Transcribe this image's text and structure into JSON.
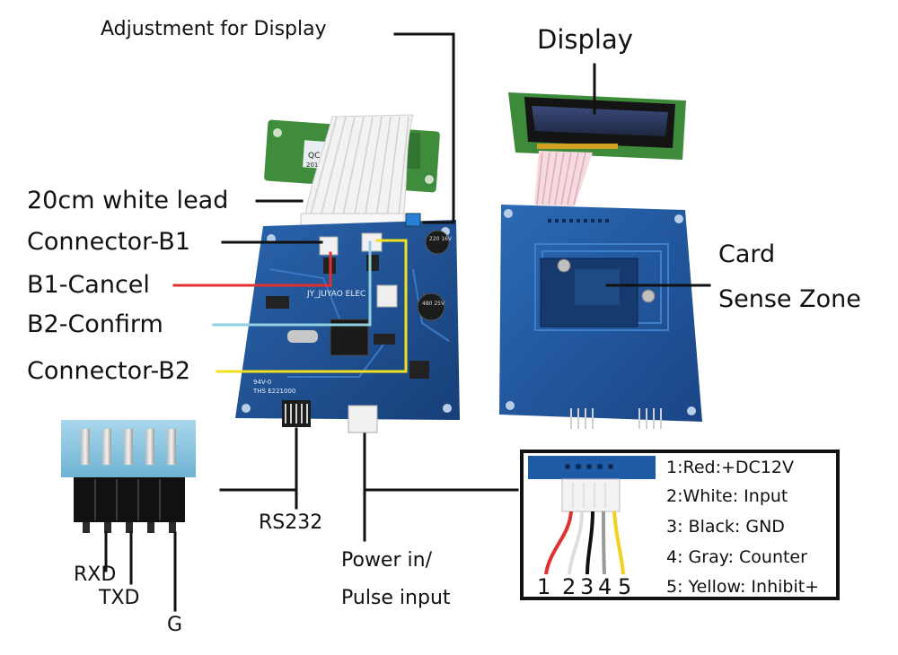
{
  "labels": {
    "adjustment": "Adjustment for Display",
    "display": "Display",
    "white_lead": "20cm white lead",
    "connector_b1": "Connector-B1",
    "b1_cancel": "B1-Cancel",
    "b2_confirm": "B2-Confirm",
    "connector_b2": "Connector-B2",
    "card": "Card",
    "sense_zone": "Sense Zone",
    "rs232": "RS232",
    "power_in": "Power in/",
    "pulse_input": "Pulse input",
    "rxd": "RXD",
    "txd": "TXD",
    "g": "G"
  },
  "pcb_text": {
    "qc": "QC P",
    "qc_year": "2018",
    "brand": "JY_JUYAO ELEC",
    "cap_label_1": "220 16V",
    "cap_label_2": "480 25V",
    "mark": "94V-0",
    "mark2": "THS E221000"
  },
  "legend": {
    "items": [
      "1:Red:+DC12V",
      "2:White: Input",
      "3: Black: GND",
      "4: Gray: Counter",
      "5: Yellow: Inhibit+"
    ],
    "pin_numbers": [
      "1",
      "2",
      "3",
      "4",
      "5"
    ]
  },
  "colors": {
    "pcb_blue": "#1f4f8f",
    "cancel_line": "#e03030",
    "confirm_line": "#8fd0e0",
    "b2_line": "#f0e020",
    "lcd_green": "#3d8a3a",
    "ribbon": "#e8c8d0"
  }
}
